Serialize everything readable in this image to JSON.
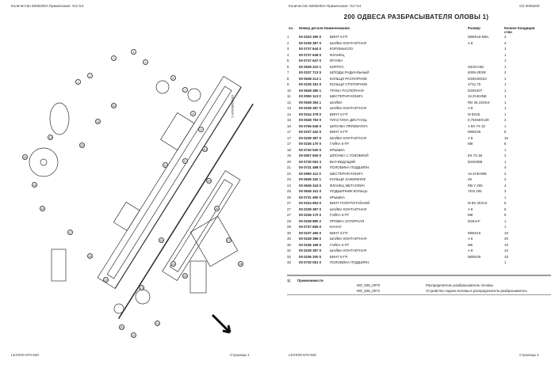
{
  "left_page": {
    "header": "Количество 6005200A   Примечание: %3 %4",
    "side_code": "D01500B0026 1",
    "footer_left": "LEXION 670-640",
    "footer_right": "Страница 1",
    "callouts": [
      "1",
      "2",
      "3",
      "4",
      "5",
      "6",
      "7",
      "8",
      "9",
      "10",
      "11",
      "12",
      "13",
      "14",
      "15",
      "16",
      "17",
      "18",
      "19",
      "20",
      "21",
      "22",
      "23",
      "24",
      "25",
      "26",
      "27",
      "28",
      "29",
      "30",
      "31",
      "32",
      "33"
    ]
  },
  "right_page": {
    "header": "Количество 6005200A   Примечание: %3 %4",
    "code": "GZ 6005200",
    "title": "200   ОДВЕСА РАЗБРАСЫВАТЕЛЯ    ОЛОВЫ  1)",
    "columns": {
      "pos": "оз.",
      "part": "Номер детали Наименование",
      "size": "Размер",
      "qty": "Количе Кондиция\nство"
    },
    "rows": [
      [
        "1",
        "00 0333 390 0",
        "ВИНТ 6-ГР.",
        "M08X16-MKL",
        "4"
      ],
      [
        "2",
        "00 0239 387 0",
        "ШАЙБА КОНТАКТНАЯ",
        "A 8",
        "4"
      ],
      [
        "3",
        "00 0737 644 0",
        "КОРОМЫСЛО",
        "",
        "1"
      ],
      [
        "4",
        "00 0737 648 0",
        "ФЛАНЕЦ",
        "",
        "1"
      ],
      [
        "5",
        "00 0737 647 0",
        "ВТУЛКА",
        "",
        "1"
      ],
      [
        "6",
        "00 0539 210 1",
        "КОРПУС",
        "GESCHW.",
        "1"
      ],
      [
        "7",
        "00 0237 713 0",
        "ШПОДШ.РАДИАЛЬНЫЙ",
        "6005-2RSR",
        "2"
      ],
      [
        "8",
        "00 0538 213 1",
        "КОЛЬЦО РАСПОРНОЕ",
        "D30X26X23",
        "1"
      ],
      [
        "9",
        "00 0235 181 0",
        "КОЛЬЦО СТОПОРНОЕ",
        "47X1,75",
        "1"
      ],
      [
        "10",
        "00 0538 380 1",
        "ТРУБА РАСПОРНАЯ",
        "D30X207",
        "1"
      ],
      [
        "11",
        "00 0050 113 0",
        "ШЕСТЕРНЯ КОНИЧ.",
        "16 ZAEHNE",
        "1"
      ],
      [
        "12",
        "00 0538 394 1",
        "ШАЙБА",
        "RD 35,15X8,6",
        "1"
      ],
      [
        "13",
        "00 0239 387 0",
        "ШАЙБА КОНТАКТНАЯ",
        "A 8",
        "1"
      ],
      [
        "14",
        "00 0244 378 0",
        "ВИНТ 6-ГР.",
        "M 8X25",
        "1"
      ],
      [
        "15",
        "00 0538 783 0",
        "ПЛАСТИНА ДИСТАНЦ.",
        "0,75X60X130",
        "2"
      ],
      [
        "16",
        "00 0766 546 0",
        "ШПОНКА ПРИЗМАТИЧ.",
        "A  8X 7X 32",
        "1"
      ],
      [
        "17",
        "00 0237 442 0",
        "ВИНТ 6-ГР.",
        "M08X25",
        "8"
      ],
      [
        "17",
        "00 0239 387 0",
        "ШАЙБА КОНТАКТНАЯ",
        "A 8",
        "16"
      ],
      [
        "17",
        "00 0236 170 0",
        "ГАЙКА 6-ГР.",
        "M8",
        "8"
      ],
      [
        "18",
        "00 0740 530 0",
        "КРЫШКА",
        "",
        "1"
      ],
      [
        "19",
        "00 0007 605 0",
        "ШПОНКА С ГОЛОВКОЙ",
        "8X 7X 36",
        "2"
      ],
      [
        "20",
        "00 0730 053 3",
        "ВАЛ ВЕДУЩИЙ",
        "D25X998",
        "1"
      ],
      [
        "21",
        "00 0731 498 0",
        "ПОЛОВИНА ПОДШИПН.",
        "",
        "4"
      ],
      [
        "22",
        "00 0050 112 0",
        "ШЕСТЕРНЯ КОНИЧ.",
        "16 ZAEHNE",
        "2"
      ],
      [
        "23",
        "00 0636 342 1",
        "КОЛЬЦО ЗАЖИМНОЕ",
        "25",
        "2"
      ],
      [
        "24",
        "00 0636 343 0",
        "ФЛАНЕЦ МЕТАЛЛИЧ.",
        "RB Y 205",
        "4"
      ],
      [
        "25",
        "00 0636 341 0",
        "ПОДШИПНИК КОЛЬЦА",
        "YEN 205",
        "2"
      ],
      [
        "26",
        "00 0731 490 0",
        "КРЫШКА",
        "",
        "1"
      ],
      [
        "27",
        "00 0224 953 0",
        "ВИНТ ПОЛУПОТАЙНОЙ",
        "M 8X 20X13",
        "6"
      ],
      [
        "27",
        "00 0239 387 0",
        "ШАЙБА КОНТАКТНАЯ",
        "A 8",
        "6"
      ],
      [
        "27",
        "00 0236 170 0",
        "ГАЙКА 6-ГР.",
        "M8",
        "6"
      ],
      [
        "28",
        "00 0238 880 2",
        "ПРОБКА ЗАПОРНАЯ",
        "D38,5-F",
        "1"
      ],
      [
        "29",
        "00 0737 665 0",
        "КАНАЛ",
        "",
        "1"
      ],
      [
        "30",
        "00 0237 465 0",
        "ВИНТ 6-ГР.",
        "M06X16",
        "10"
      ],
      [
        "30",
        "00 0239 386 0",
        "ШАЙБА КОНТАКТНАЯ",
        "A 6",
        "20"
      ],
      [
        "30",
        "00 0236 169 0",
        "ГАЙКА 6-ГР.",
        "M6",
        "10"
      ],
      [
        "31",
        "00 0239 387 0",
        "ШАЙБА КОНТАКТНАЯ",
        "A 8",
        "10"
      ],
      [
        "32",
        "00 0236 200 0",
        "ВИНТ 6-ГР.",
        "M08X20",
        "10"
      ],
      [
        "33",
        "00 0730 061 0",
        "ПОЛОВИНА ПОДШИПН.",
        "",
        "1"
      ]
    ],
    "footnote": {
      "mark": "1)",
      "label": "Применимости",
      "items": [
        [
          "MO_935_0070",
          "Распределитель-разбрасыватель половы"
        ],
        [
          "MO_935_0072",
          "Устройство подачи половы в распределитель-разбрасыватель"
        ]
      ]
    },
    "footer_left": "LEXION 670-640",
    "footer_right": "Страница 2"
  }
}
